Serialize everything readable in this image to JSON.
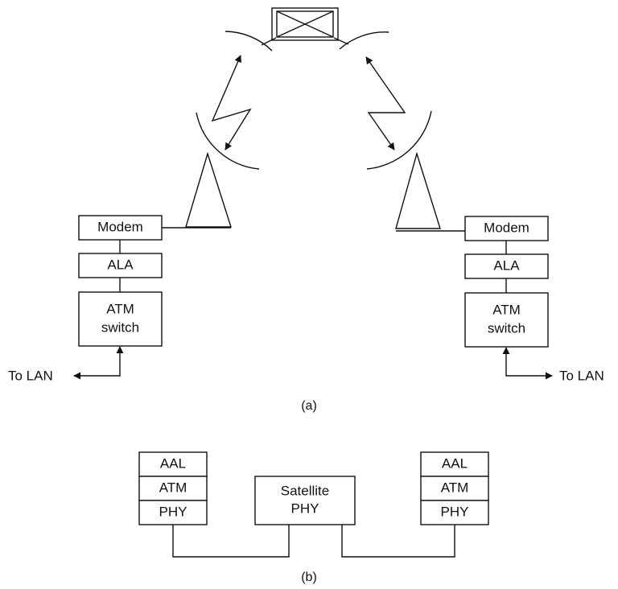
{
  "part_a": {
    "left_station": {
      "modem": "Modem",
      "ala": "ALA",
      "switch_line1": "ATM",
      "switch_line2": "switch",
      "lan": "To LAN"
    },
    "right_station": {
      "modem": "Modem",
      "ala": "ALA",
      "switch_line1": "ATM",
      "switch_line2": "switch",
      "lan": "To LAN"
    },
    "caption": "(a)"
  },
  "part_b": {
    "left_stack": [
      "AAL",
      "ATM",
      "PHY"
    ],
    "satellite_line1": "Satellite",
    "satellite_line2": "PHY",
    "right_stack": [
      "AAL",
      "ATM",
      "PHY"
    ],
    "caption": "(b)"
  }
}
